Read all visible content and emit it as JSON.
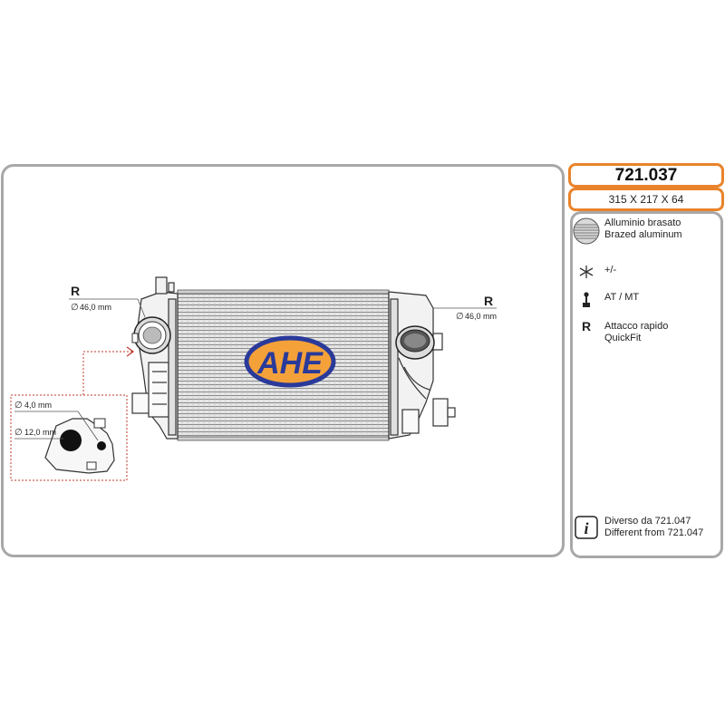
{
  "product": {
    "code": "721.037",
    "dimensions": "315 X 217 X 64",
    "brand": "AHE"
  },
  "drawing": {
    "left_connector": {
      "type_letter": "R",
      "diameter": "46,0 mm"
    },
    "right_connector": {
      "type_letter": "R",
      "diameter": "46,0 mm"
    },
    "detail": {
      "small_hole": "4,0 mm",
      "large_hole": "12,0 mm",
      "diameter_symbol": "∅"
    }
  },
  "features": [
    {
      "icon": "brazed-aluminum-icon",
      "line1": "Alluminio brasato",
      "line2": "Brazed aluminum"
    },
    {
      "icon": "snowflake-icon",
      "line1": "+/-",
      "line2": ""
    },
    {
      "icon": "gear-shift-icon",
      "line1": "AT / MT",
      "line2": ""
    },
    {
      "icon": "letter-r-icon",
      "letter": "R",
      "line1": "Attacco rapido",
      "line2": "QuickFit"
    }
  ],
  "note": {
    "icon": "info-icon",
    "line1": "Diverso da 721.047",
    "line2": "Different from 721.047"
  },
  "colors": {
    "frame": "#a8a8a8",
    "accent": "#e9832a",
    "logo_blue": "#2a3a9a",
    "logo_orange": "#f4a13a"
  }
}
